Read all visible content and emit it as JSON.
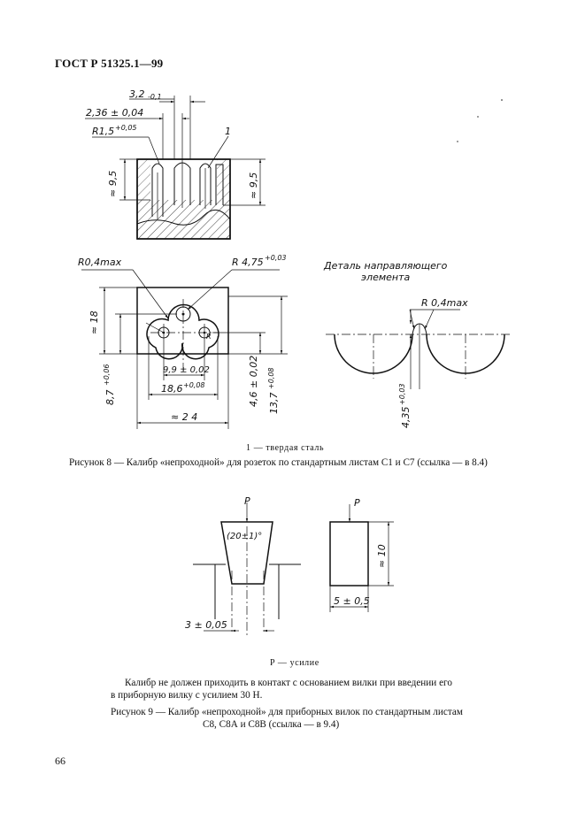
{
  "header": {
    "title": "ГОСТ Р 51325.1—99"
  },
  "figure8": {
    "dims": {
      "d_3_2": "3,2",
      "d_3_2_tol": "-0,1",
      "d_2_36": "2,36 ± 0,04",
      "r_1_5": "R1,5",
      "r_1_5_tol": "+0,05",
      "leader_1": "1",
      "approx_9_5_left": "≈ 9,5",
      "approx_9_5_right": "≈ 9,5",
      "r_0_4_left": "R0,4max",
      "r_4_75": "R 4,75",
      "r_4_75_tol": "+0,03",
      "approx_18": "≈ 18",
      "d_8_7": "8,7",
      "d_8_7_tol": "+0,06",
      "d_9_9": "9,9 ± 0,02",
      "d_18_6": "18,6",
      "d_18_6_tol": "+0,08",
      "approx_24": "≈ 2 4",
      "d_4_6": "4,6 ± 0,02",
      "d_13_7": "13,7",
      "d_13_7_tol": "+0,08",
      "r_small": "R",
      "detail_title_1": "Деталь направляющего",
      "detail_title_2": "элемента",
      "r_0_4_detail": "R 0,4max",
      "d_4_35": "4,35",
      "d_4_35_tol": "+0,03"
    },
    "legend": "1 — твердая сталь",
    "caption": "Рисунок 8 — Калибр «непроходной» для розеток по стандартным листам С1 и С7 (ссылка — в 8.4)"
  },
  "figure9": {
    "dims": {
      "p_left": "P",
      "angle": "(20±1)°",
      "d_3": "3 ± 0,05",
      "p_right": "P",
      "approx_10": "≈ 10",
      "d_5": "5 ± 0,5"
    },
    "legend": "P — усилие",
    "note_line1": "Калибр не должен приходить в контакт с основанием вилки при введении его",
    "note_line2": "в приборную вилку с усилием 30 Н.",
    "caption_line1": "Рисунок 9 — Калибр «непроходной» для приборных вилок по стандартным листам",
    "caption_line2": "С8, С8А и С8В (ссылка — в 9.4)"
  },
  "footer": {
    "page_number": "66"
  }
}
